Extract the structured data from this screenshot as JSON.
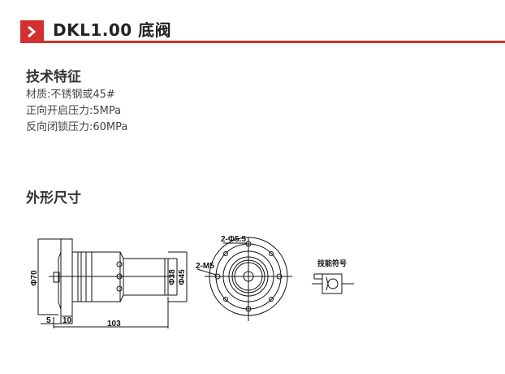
{
  "header": {
    "icon": "chevron-right-icon",
    "title": "DKL1.00 底阀",
    "accent_color": "#d32f2f"
  },
  "tech_features": {
    "title": "技术特征",
    "items": [
      "材质:不锈钢或45#",
      "正向开启压力:5MPa",
      "反向闭锁压力:60MPa"
    ]
  },
  "dimensions": {
    "title": "外形尺寸",
    "side_view": {
      "diameter_flange": "Φ70",
      "diameter_body_1": "Φ38",
      "diameter_body_2": "Φ45",
      "length_a": "5",
      "length_b": "10",
      "length_total": "103"
    },
    "front_view": {
      "holes_label": "2-Φ5.5",
      "thread_label": "2-M5"
    },
    "symbol": {
      "label": "技能符号"
    }
  }
}
